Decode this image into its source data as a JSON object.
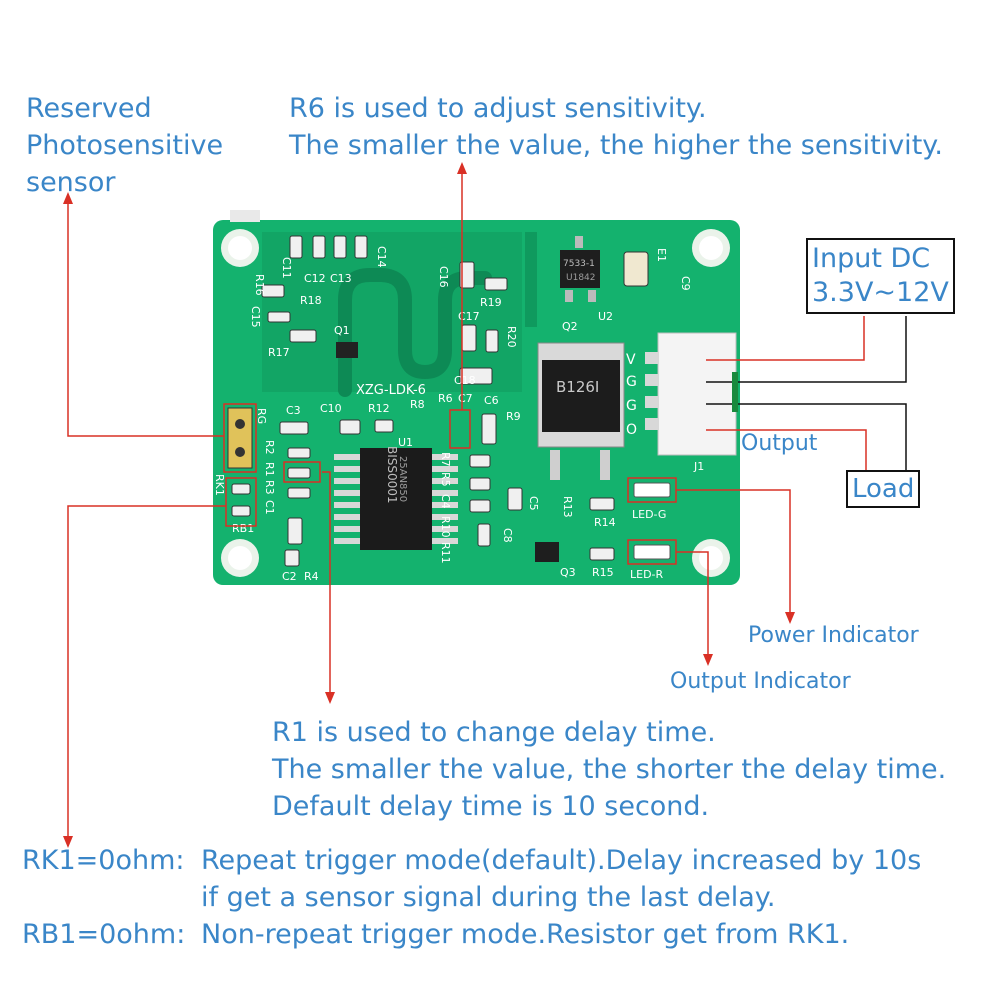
{
  "colors": {
    "pcb": "#14b26e",
    "pcb_dark": "#0c7f4e",
    "annotation_text": "#3a86c8",
    "pointer_line": "#d93025",
    "wire": "#111111"
  },
  "annotations": {
    "reserved_sensor": [
      "Reserved",
      "Photosensitive",
      "sensor"
    ],
    "r6": [
      "R6 is used to adjust sensitivity.",
      "The smaller the value, the higher the sensitivity."
    ],
    "input_dc": [
      "Input DC",
      "3.3V~12V"
    ],
    "output": "Output",
    "load": "Load",
    "power_indicator": "Power Indicator",
    "output_indicator": "Output Indicator",
    "r1": [
      "R1 is used to change delay time.",
      "The smaller the value, the shorter the delay time.",
      "Default delay time is 10 second."
    ],
    "rk1_key": "RK1=0ohm:",
    "rk1_desc": [
      "Repeat trigger mode(default).Delay increased by 10s",
      "if get a sensor signal during the last delay."
    ],
    "rb1_key": "RB1=0ohm:",
    "rb1_desc": "Non-repeat trigger mode.Resistor get from RK1."
  },
  "board": {
    "model": "XZG-LDK-6",
    "silkscreen": {
      "c11": "C11",
      "c12": "C12",
      "c13": "C13",
      "c14": "C14",
      "c16": "C16",
      "r16": "R16",
      "r18": "R18",
      "c15": "C15",
      "q1": "Q1",
      "r17": "R17",
      "r19": "R19",
      "c17": "C17",
      "r20": "R20",
      "c18": "C18",
      "e1": "E1",
      "c9": "C9",
      "u2": "U2",
      "q2": "Q2",
      "c3": "C3",
      "c10": "C10",
      "r12": "R12",
      "r8": "R8",
      "r6": "R6",
      "c6": "C6",
      "c7": "C7",
      "r9": "R9",
      "u1": "U1",
      "r2": "R2",
      "r1": "R1",
      "r3": "R3",
      "c1": "C1",
      "rk1": "RK1",
      "rb1": "RB1",
      "r7": "R7",
      "r5": "R5",
      "c4": "C4",
      "r10": "R10",
      "r11": "R11",
      "r13": "R13",
      "c5": "C5",
      "c8": "C8",
      "c2": "C2",
      "r4": "R4",
      "q3": "Q3",
      "r14": "R14",
      "r15": "R15",
      "led_g": "LED-G",
      "led_r": "LED-R",
      "j1": "J1",
      "rg": "RG",
      "pin_v": "V",
      "pin_g1": "G",
      "pin_g2": "G",
      "pin_o": "O"
    },
    "chips": {
      "u1_line1": "BISS0001",
      "u1_line2": "25AN850",
      "u2_line1": "7533-1",
      "u2_line2": "U1842",
      "q2_marking": "B126I"
    }
  }
}
